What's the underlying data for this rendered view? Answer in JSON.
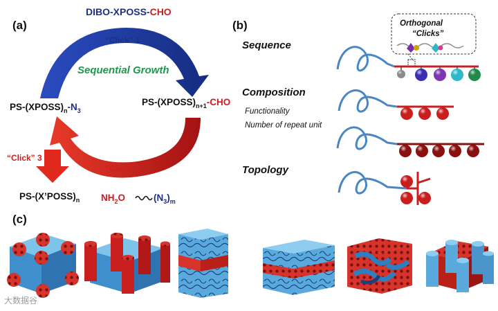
{
  "panel_a": {
    "label": "(a)",
    "top": {
      "dibo": "DIBO",
      "xposs": "-XPOSS-",
      "cho": "CHO"
    },
    "click1": "“Click” 1",
    "growth": "Sequential Growth",
    "left_species": {
      "main": "PS-(XPOSS)",
      "sub": "n",
      "dash": "-",
      "n": "N",
      "n_sub": "3"
    },
    "right_species": {
      "main": "PS-(XPOSS)",
      "sub": "n+1",
      "dash": "-",
      "cho": "CHO"
    },
    "click3": "“Click” 3",
    "click2": "“Click” 2",
    "bottom_left": {
      "main": "PS-(X’POSS)",
      "sub": "n"
    },
    "bottom_reagent": {
      "nh": "NH",
      "nh_sub": "2",
      "o": "O",
      "n3": "(N",
      "n3_sub": "3",
      "close": ")",
      "m_sub": "m"
    },
    "colors": {
      "blue_arrow": "#1f3f9e",
      "red_arrow": "#d42b1e",
      "green_text": "#1a9a4a",
      "navy_text": "#1c2f8a",
      "red_text": "#d01c1c"
    }
  },
  "panel_b": {
    "label": "(b)",
    "sequence": "Sequence",
    "composition": "Composition",
    "functionality": "Functionality",
    "repeat_unit": "Number of repeat unit",
    "topology": "Topology",
    "callout_line1": "Orthogonal",
    "callout_line2": "“Clicks”",
    "bead_colors": [
      "#8a8a8a",
      "#3a2fb0",
      "#7b36b0",
      "#2fb8c8",
      "#1f8a4a"
    ],
    "composition_bead": "#c81e1e",
    "dark_bead": "#8a1010"
  },
  "panel_c": {
    "label": "(c)"
  },
  "watermark": "大数据谷"
}
